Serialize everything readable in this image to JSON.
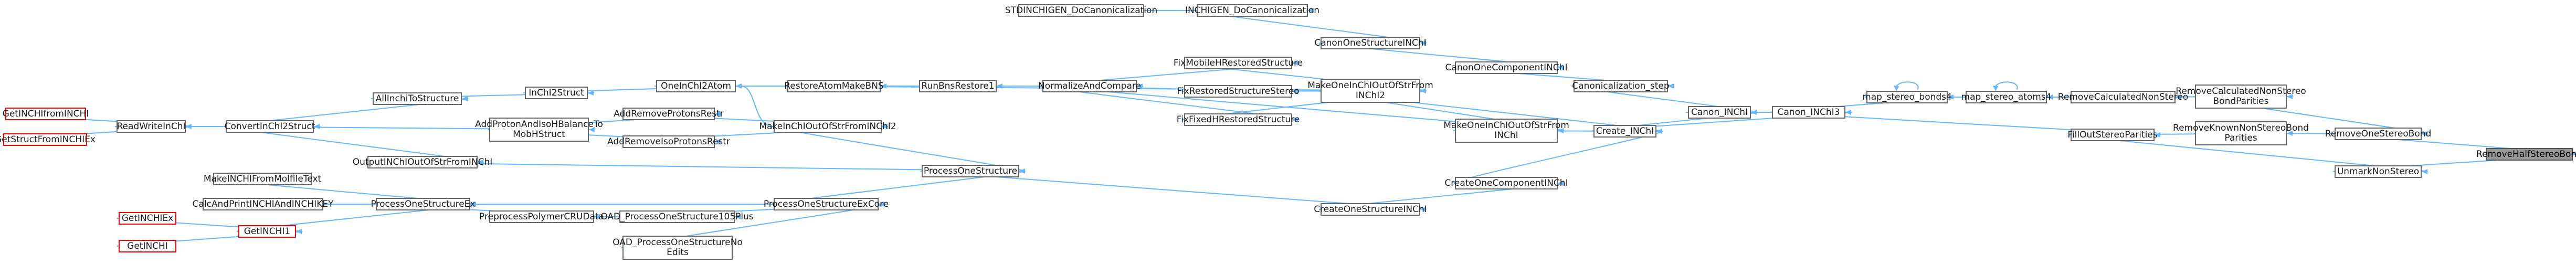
{
  "graph": {
    "colors": {
      "edge": "#63b8ff",
      "node_border": "#666666",
      "red_border": "#ff0000",
      "highlight_fill": "#999999"
    },
    "nodes": [
      {
        "id": "removeHalf",
        "label": "RemoveHalfStereoBond",
        "style": "highlight"
      },
      {
        "id": "removeOne",
        "label": "RemoveOneStereoBond",
        "style": "normal"
      },
      {
        "id": "unmark",
        "label": "UnmarkNonStereo",
        "style": "normal"
      },
      {
        "id": "remCalcPar",
        "label": "RemoveCalculatedNonStereo\nBondParities",
        "style": "normal"
      },
      {
        "id": "remKnownPar",
        "label": "RemoveKnownNonStereoBond\nParities",
        "style": "normal"
      },
      {
        "id": "remCalcNS",
        "label": "RemoveCalculatedNonStereo",
        "style": "normal"
      },
      {
        "id": "fillOut",
        "label": "FillOutStereoParities",
        "style": "normal"
      },
      {
        "id": "mapAtoms",
        "label": "map_stereo_atoms4",
        "style": "normal"
      },
      {
        "id": "mapBonds",
        "label": "map_stereo_bonds4",
        "style": "normal"
      },
      {
        "id": "canon3",
        "label": "Canon_INChI3",
        "style": "normal"
      },
      {
        "id": "canon",
        "label": "Canon_INChI",
        "style": "normal"
      },
      {
        "id": "canonStep",
        "label": "Canonicalization_step",
        "style": "normal"
      },
      {
        "id": "createInchi",
        "label": "Create_INChI",
        "style": "normal"
      },
      {
        "id": "canonOneComp",
        "label": "CanonOneComponentINChI",
        "style": "normal"
      },
      {
        "id": "makeOneOut",
        "label": "MakeOneInChIOutOfStrFrom\nINChI",
        "style": "normal"
      },
      {
        "id": "createOneComp",
        "label": "CreateOneComponentINChI",
        "style": "normal"
      },
      {
        "id": "canonOneStruct",
        "label": "CanonOneStructureINChI",
        "style": "normal"
      },
      {
        "id": "inchiDoCanon",
        "label": "INCHIGEN_DoCanonicalization",
        "style": "normal"
      },
      {
        "id": "stdDoCanon",
        "label": "STDINCHIGEN_DoCanonicalization",
        "style": "normal"
      },
      {
        "id": "createOneStruct",
        "label": "CreateOneStructureINChI",
        "style": "normal"
      },
      {
        "id": "makeOneOut2",
        "label": "MakeOneInChIOutOfStrFrom\nINChI2",
        "style": "normal"
      },
      {
        "id": "fixMobile",
        "label": "FixMobileHRestoredStructure",
        "style": "normal"
      },
      {
        "id": "fixRestored",
        "label": "FixRestoredStructureStereo",
        "style": "normal"
      },
      {
        "id": "fixFixed",
        "label": "FixFixedHRestoredStructure",
        "style": "normal"
      },
      {
        "id": "normCompare",
        "label": "NormalizeAndCompare",
        "style": "normal"
      },
      {
        "id": "runBns",
        "label": "RunBnsRestore1",
        "style": "normal"
      },
      {
        "id": "restoreAtom",
        "label": "RestoreAtomMakeBNS",
        "style": "normal"
      },
      {
        "id": "oneInchi2Atom",
        "label": "OneInChI2Atom",
        "style": "normal"
      },
      {
        "id": "inchi2Struct",
        "label": "InChI2Struct",
        "style": "normal"
      },
      {
        "id": "allInchiToStruct",
        "label": "AllInchiToStructure",
        "style": "normal"
      },
      {
        "id": "convertInchi2",
        "label": "ConvertInChI2Struct",
        "style": "normal"
      },
      {
        "id": "readWrite",
        "label": "ReadWriteInChI",
        "style": "normal"
      },
      {
        "id": "getInchiFrom",
        "label": "GetINCHIfromINCHI",
        "style": "red"
      },
      {
        "id": "getStructFrom",
        "label": "GetStructFromINCHIEx",
        "style": "red"
      },
      {
        "id": "addProtons",
        "label": "AddProtonAndIsoHBalanceTo\nMobHStruct",
        "style": "normal"
      },
      {
        "id": "addRemProtons",
        "label": "AddRemoveProtonsRestr",
        "style": "normal"
      },
      {
        "id": "addRemIsoProtons",
        "label": "AddRemoveIsoProtonsRestr",
        "style": "normal"
      },
      {
        "id": "makeInchiOut2",
        "label": "MakeInChIOutOfStrFromINChI2",
        "style": "normal"
      },
      {
        "id": "outputInchi",
        "label": "OutputINChIOutOfStrFromINChI",
        "style": "normal"
      },
      {
        "id": "processOne",
        "label": "ProcessOneStructure",
        "style": "normal"
      },
      {
        "id": "processOneEx",
        "label": "ProcessOneStructureEx",
        "style": "normal"
      },
      {
        "id": "processOneExCore",
        "label": "ProcessOneStructureExCore",
        "style": "normal"
      },
      {
        "id": "preprocessPoly",
        "label": "PreprocessPolymerCRUData",
        "style": "normal"
      },
      {
        "id": "oadProc105",
        "label": "OAD_ProcessOneStructure105Plus",
        "style": "normal"
      },
      {
        "id": "oadProcNoEdits",
        "label": "OAD_ProcessOneStructureNo\nEdits",
        "style": "normal"
      },
      {
        "id": "makeInchiMol",
        "label": "MakeINCHIFromMolfileText",
        "style": "normal"
      },
      {
        "id": "calcPrint",
        "label": "CalcAndPrintINCHIAndINCHIKEY",
        "style": "normal"
      },
      {
        "id": "getInchi1",
        "label": "GetINCHI1",
        "style": "red"
      },
      {
        "id": "getInchiEx",
        "label": "GetINCHIEx",
        "style": "red"
      },
      {
        "id": "getInchi",
        "label": "GetINCHI",
        "style": "red"
      }
    ],
    "edges": [
      [
        "removeOne",
        "removeHalf"
      ],
      [
        "unmark",
        "removeHalf"
      ],
      [
        "remCalcPar",
        "removeOne"
      ],
      [
        "remKnownPar",
        "removeOne"
      ],
      [
        "fillOut",
        "unmark"
      ],
      [
        "remCalcNS",
        "remCalcPar"
      ],
      [
        "fillOut",
        "remKnownPar"
      ],
      [
        "mapAtoms",
        "remCalcNS"
      ],
      [
        "canon3",
        "fillOut"
      ],
      [
        "mapBonds",
        "mapAtoms"
      ],
      [
        "mapAtoms",
        "mapAtoms"
      ],
      [
        "canon3",
        "mapBonds"
      ],
      [
        "mapBonds",
        "mapBonds"
      ],
      [
        "canon",
        "canon3"
      ],
      [
        "createInchi",
        "canon3"
      ],
      [
        "canonStep",
        "canon"
      ],
      [
        "createInchi",
        "canon"
      ],
      [
        "canonOneComp",
        "canonStep"
      ],
      [
        "makeOneOut2",
        "createInchi"
      ],
      [
        "makeOneOut",
        "createInchi"
      ],
      [
        "createOneComp",
        "createInchi"
      ],
      [
        "canonOneStruct",
        "canonOneComp"
      ],
      [
        "makeOneOut2",
        "makeOneOut"
      ],
      [
        "normCompare",
        "makeOneOut"
      ],
      [
        "createOneStruct",
        "createOneComp"
      ],
      [
        "inchiDoCanon",
        "canonOneStruct"
      ],
      [
        "stdDoCanon",
        "inchiDoCanon"
      ],
      [
        "processOne",
        "createOneStruct"
      ],
      [
        "fixMobile",
        "makeOneOut2"
      ],
      [
        "fixRestored",
        "makeOneOut2"
      ],
      [
        "fixFixed",
        "makeOneOut2"
      ],
      [
        "restoreAtom",
        "makeOneOut2"
      ],
      [
        "normCompare",
        "fixMobile"
      ],
      [
        "normCompare",
        "fixRestored"
      ],
      [
        "normCompare",
        "fixFixed"
      ],
      [
        "runBns",
        "normCompare"
      ],
      [
        "restoreAtom",
        "runBns"
      ],
      [
        "oneInchi2Atom",
        "restoreAtom"
      ],
      [
        "inchi2Struct",
        "oneInchi2Atom"
      ],
      [
        "makeInchiOut2",
        "oneInchi2Atom"
      ],
      [
        "allInchiToStruct",
        "inchi2Struct"
      ],
      [
        "convertInchi2",
        "allInchiToStruct"
      ],
      [
        "readWrite",
        "convertInchi2"
      ],
      [
        "getInchiFrom",
        "readWrite"
      ],
      [
        "getStructFrom",
        "readWrite"
      ],
      [
        "addRemProtons",
        "makeInchiOut2"
      ],
      [
        "addRemIsoProtons",
        "makeInchiOut2"
      ],
      [
        "addProtons",
        "addRemProtons"
      ],
      [
        "addProtons",
        "addRemIsoProtons"
      ],
      [
        "convertInchi2",
        "addProtons"
      ],
      [
        "makeInchiOut2",
        "processOne"
      ],
      [
        "outputInchi",
        "processOne"
      ],
      [
        "convertInchi2",
        "outputInchi"
      ],
      [
        "processOneExCore",
        "processOne"
      ],
      [
        "processOneEx",
        "processOneExCore"
      ],
      [
        "oadProc105",
        "processOneExCore"
      ],
      [
        "oadProcNoEdits",
        "processOneExCore"
      ],
      [
        "preprocessPoly",
        "oadProc105"
      ],
      [
        "processOneEx",
        "preprocessPoly"
      ],
      [
        "makeInchiMol",
        "processOneEx"
      ],
      [
        "calcPrint",
        "processOneEx"
      ],
      [
        "getInchi1",
        "processOneEx"
      ],
      [
        "getInchiEx",
        "getInchi1"
      ],
      [
        "getInchi",
        "getInchi1"
      ]
    ]
  }
}
